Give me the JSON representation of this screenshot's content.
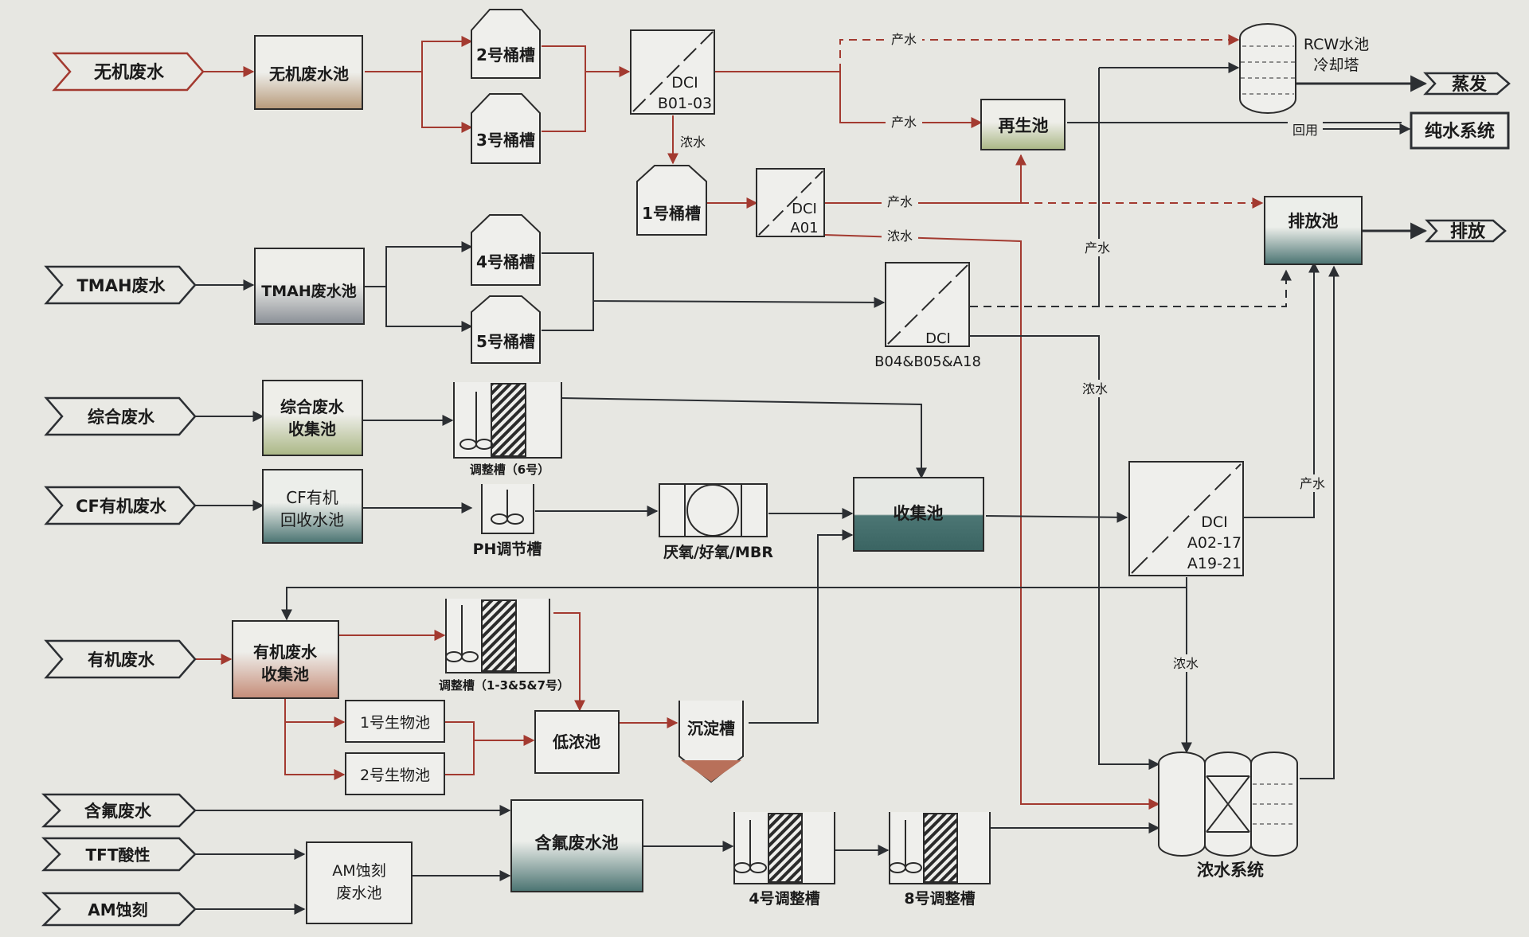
{
  "inputs": {
    "inorganic": "无机废水",
    "tmah": "TMAH废水",
    "general": "综合废水",
    "cf_organic": "CF有机废水",
    "organic": "有机废水",
    "fluorine": "含氟废水",
    "tft_acid": "TFT酸性",
    "am_etch": "AM蚀刻"
  },
  "outputs": {
    "evaporation": "蒸发",
    "pure_water": "纯水系统",
    "discharge": "排放"
  },
  "units": {
    "inorganic_pool": "无机废水池",
    "tank2": "2号桶槽",
    "tank3": "3号桶槽",
    "tank1": "1号桶槽",
    "tank4": "4号桶槽",
    "tank5": "5号桶槽",
    "dci_b01": [
      "DCI",
      "B01-03"
    ],
    "dci_a01": [
      "DCI",
      "A01"
    ],
    "dci_b04": "DCI",
    "dci_b04_sub": "B04&B05&A18",
    "dci_a02": [
      "DCI",
      "A02-17",
      "A19-21"
    ],
    "rcw": [
      "RCW水池",
      "冷却塔"
    ],
    "regen_pool": "再生池",
    "discharge_pool": "排放池",
    "tmah_pool": "TMAH废水池",
    "general_pool": [
      "综合废水",
      "收集池"
    ],
    "adjust6": "调整槽（6号）",
    "cf_pool": [
      "CF有机",
      "回收水池"
    ],
    "ph_tank": "PH调节槽",
    "mbr": "厌氧/好氧/MBR",
    "collect_pool": "收集池",
    "organic_pool": [
      "有机废水",
      "收集池"
    ],
    "adjust1357": "调整槽（1-3&5&7号）",
    "bio1": "1号生物池",
    "bio2": "2号生物池",
    "low_conc": "低浓池",
    "settle": "沉淀槽",
    "fluorine_pool": "含氟废水池",
    "am_pool": [
      "AM蚀刻",
      "废水池"
    ],
    "adjust4": "4号调整槽",
    "adjust8": "8号调整槽",
    "conc_system": "浓水系统"
  },
  "flows": {
    "product": "产水",
    "concentrate": "浓水",
    "reuse": "回用"
  },
  "colors": {
    "red_line": "#a33a30",
    "dark_line": "#2c2f33",
    "green_fill": "#b3bf90",
    "teal_fill": "#3f6e6c",
    "salmon_fill": "#c58f7c",
    "gray_fill": "#8a8e94"
  }
}
